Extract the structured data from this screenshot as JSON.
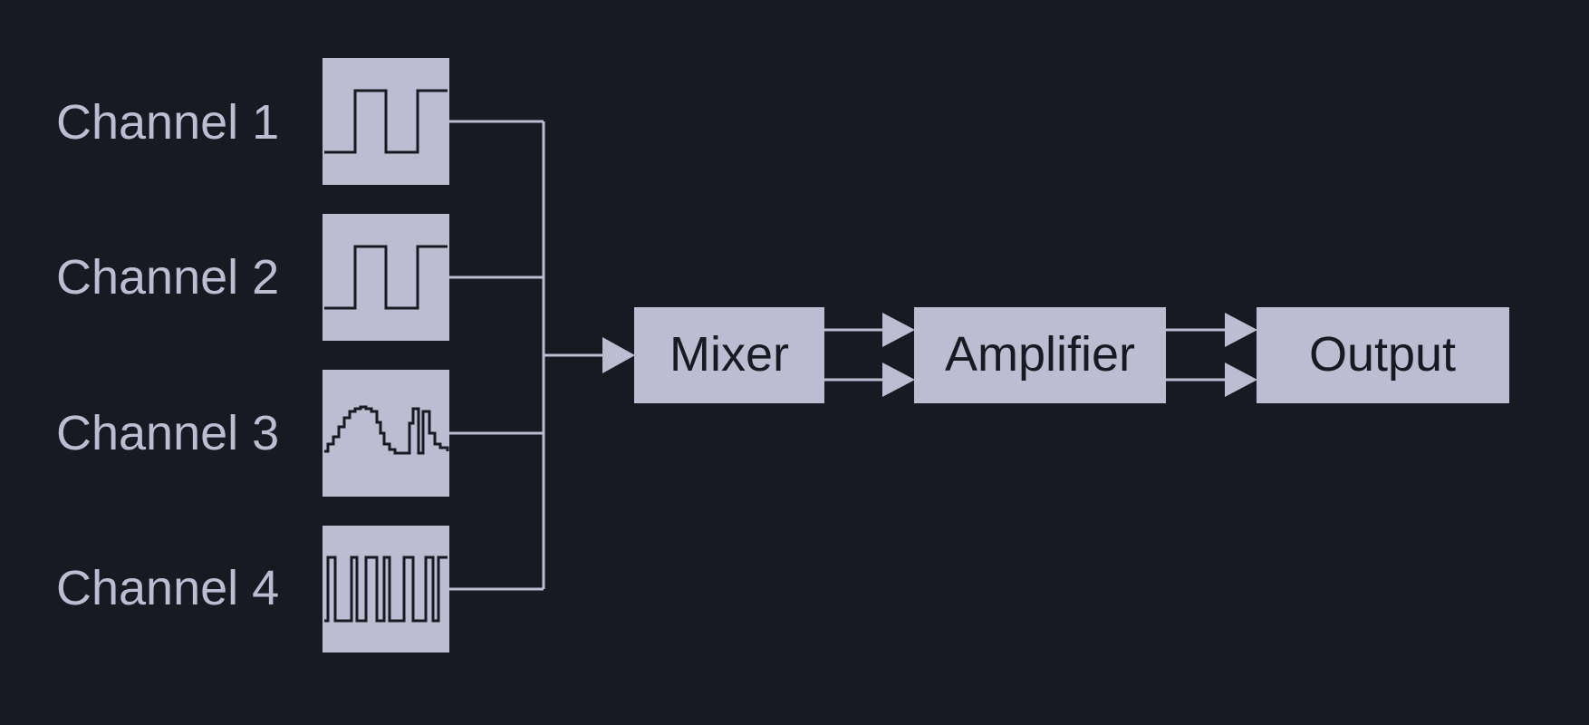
{
  "channels": [
    {
      "label": "Channel 1",
      "waveform": "square-wave-icon"
    },
    {
      "label": "Channel 2",
      "waveform": "square-wave-icon"
    },
    {
      "label": "Channel 3",
      "waveform": "stepped-sine-wave-icon"
    },
    {
      "label": "Channel 4",
      "waveform": "pulse-train-icon"
    }
  ],
  "blocks": {
    "mixer": "Mixer",
    "amplifier": "Amplifier",
    "output": "Output"
  },
  "colors": {
    "background": "#181a23",
    "foreground": "#bcbdd0"
  }
}
